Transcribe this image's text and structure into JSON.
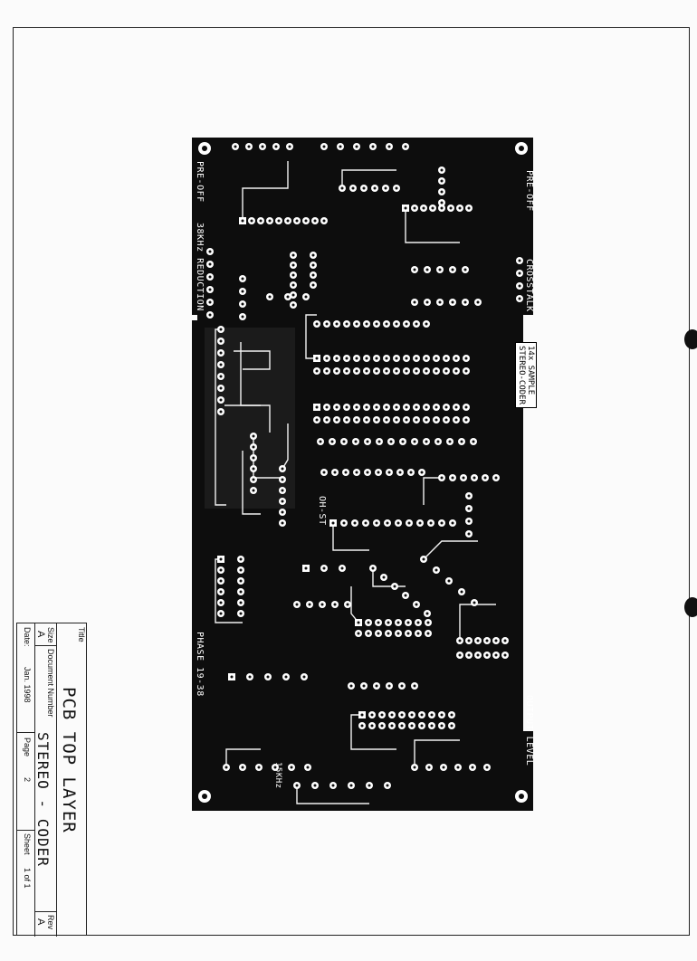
{
  "board": {
    "labels": {
      "pre_off_left": "PRE-OFF",
      "pre_off_right": "PRE-OFF",
      "reduction": "38KHz REDUCTION",
      "crosstalk": "CROSSTALK",
      "sample_line1": "14x SAMPLE",
      "sample_line2": "STEREO-CODER",
      "oh_st": "OH-ST",
      "phase": "PHASE 19-38",
      "output_level": "OUTPUT LEVEL",
      "freq": "15KHz"
    }
  },
  "title_block": {
    "title_label": "Title",
    "title": "PCB TOP LAYER",
    "size_label": "Size",
    "size": "A",
    "doc_label": "Document Number",
    "doc_number": "STEREO - CODER",
    "rev_label": "Rev",
    "rev": "A",
    "date_label": "Date:",
    "date": "Jan. 1998",
    "page_label": "Page",
    "page": "2",
    "sheet_label": "Sheet",
    "sheet": "1 of 1"
  }
}
